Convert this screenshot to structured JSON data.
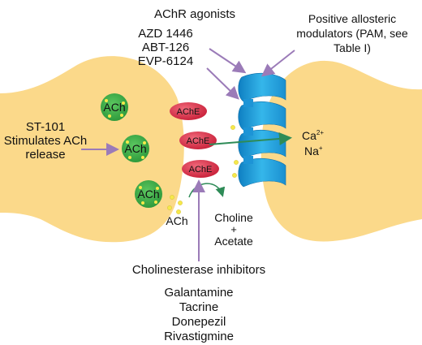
{
  "labels": {
    "agonists_title": "AChR agonists",
    "agonists": [
      "AZD 1446",
      "ABT-126",
      "EVP-6124"
    ],
    "pam": [
      "Positive allosteric",
      "modulators (PAM, see",
      "Table I)"
    ],
    "st101": [
      "ST-101",
      "Stimulates ACh",
      "release"
    ],
    "vesicle": "ACh",
    "enzyme": "AChE",
    "ach_free": "ACh",
    "products": [
      "Choline",
      "+",
      "Acetate"
    ],
    "inhibitors_title": "Cholinesterase inhibitors",
    "inhibitors": [
      "Galantamine",
      "Tacrine",
      "Donepezil",
      "Rivastigmine"
    ],
    "ion_ca": "Ca",
    "ion_ca_charge": "2+",
    "ion_na": "Na",
    "ion_na_charge": "+"
  },
  "colors": {
    "neuron": "#fbd98a",
    "vesicle": "#3cb04a",
    "vesicle_dot": "#f6e94a",
    "enzyme": "#e0344a",
    "receptor": "#2aa6e0",
    "arrow": "#9b7bb8",
    "ion_arrow": "#2e8b57"
  }
}
